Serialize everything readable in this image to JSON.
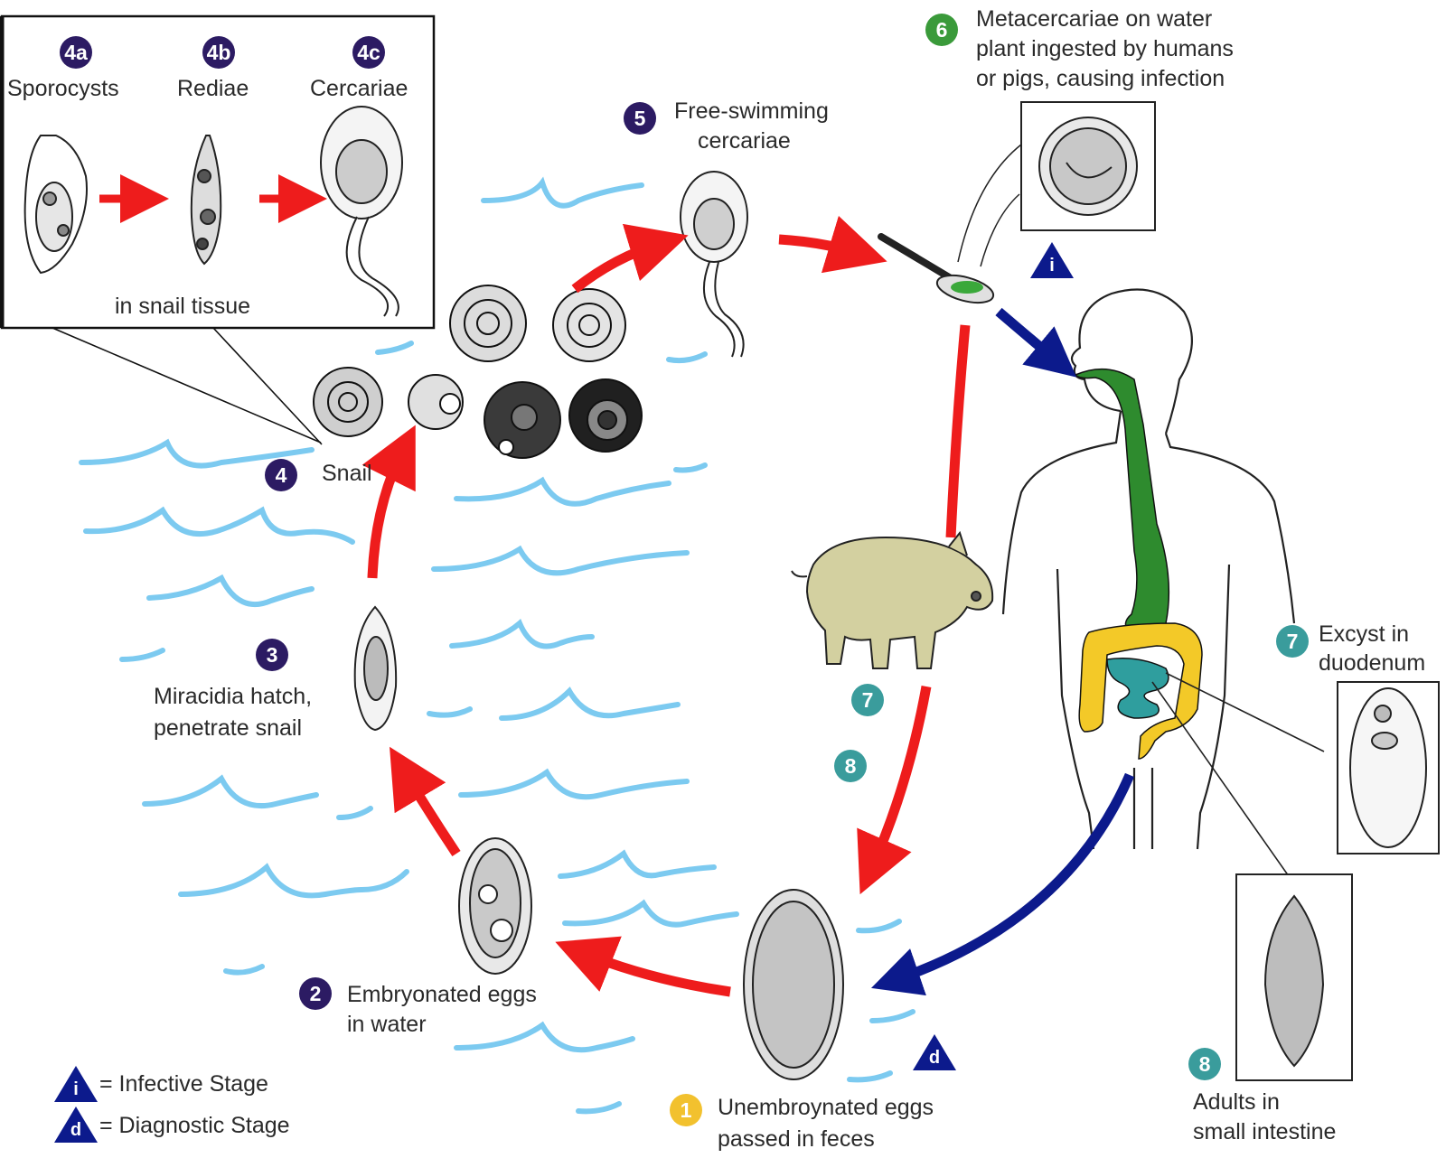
{
  "inset": {
    "stages": [
      {
        "badge": "4a",
        "label": "Sporocysts"
      },
      {
        "badge": "4b",
        "label": "Rediae"
      },
      {
        "badge": "4c",
        "label": "Cercariae"
      }
    ],
    "caption": "in snail tissue"
  },
  "steps": {
    "s1": {
      "badge": "1",
      "line1": "Unembroynated eggs",
      "line2": "passed in feces"
    },
    "s2": {
      "badge": "2",
      "line1": "Embryonated eggs",
      "line2": "in water"
    },
    "s3": {
      "badge": "3",
      "line1": "Miracidia hatch,",
      "line2": "penetrate snail"
    },
    "s4": {
      "badge": "4",
      "label": "Snail"
    },
    "s5": {
      "badge": "5",
      "line1": "Free-swimming",
      "line2": "cercariae"
    },
    "s6": {
      "badge": "6",
      "line1": "Metacercariae on water",
      "line2": "plant ingested by humans",
      "line3": "or pigs, causing infection"
    },
    "s7": {
      "badge": "7",
      "line1": "Excyst in",
      "line2": "duodenum"
    },
    "s8": {
      "badge": "8",
      "line1": "Adults in",
      "line2": "small intestine"
    },
    "pig7": {
      "badge": "7"
    },
    "pig8": {
      "badge": "8"
    }
  },
  "markers": {
    "infective": "i",
    "diagnostic": "d"
  },
  "legend": {
    "infective_symbol": "i",
    "infective_label": "= Infective Stage",
    "diagnostic_symbol": "d",
    "diagnostic_label": "= Diagnostic Stage"
  },
  "colors": {
    "purple": "#2c1b63",
    "green": "#3a9a3a",
    "teal": "#3a9c9c",
    "yellow": "#f2c12e",
    "red_arrow": "#ee1c1c",
    "blue_arrow": "#0c1a8c",
    "water": "#7ccaf0",
    "gut_green": "#2e8b2e",
    "gut_yellow": "#f3c928",
    "gut_teal": "#2f9e9e",
    "pig": "#d3d0a0"
  }
}
